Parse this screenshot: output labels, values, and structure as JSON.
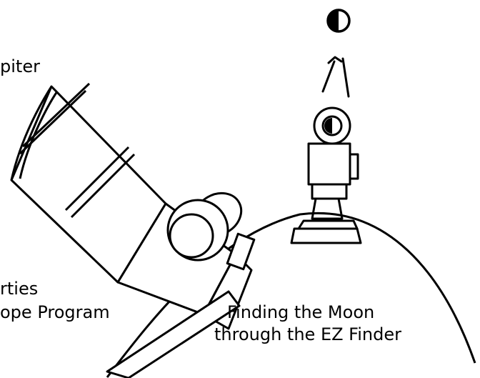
{
  "captions": {
    "left_top": "piter",
    "left_bottom_line1": "rties",
    "left_bottom_line2": "ope Program",
    "right_line1": "Finding the Moon",
    "right_line2": "through the EZ Finder"
  },
  "icons": {
    "moon": "half-moon-icon",
    "arrows": "upward-arrows",
    "finder": "ez-finder-scope",
    "telescope": "telescope-tube"
  },
  "colors": {
    "ink": "#000000",
    "paper": "#ffffff"
  }
}
